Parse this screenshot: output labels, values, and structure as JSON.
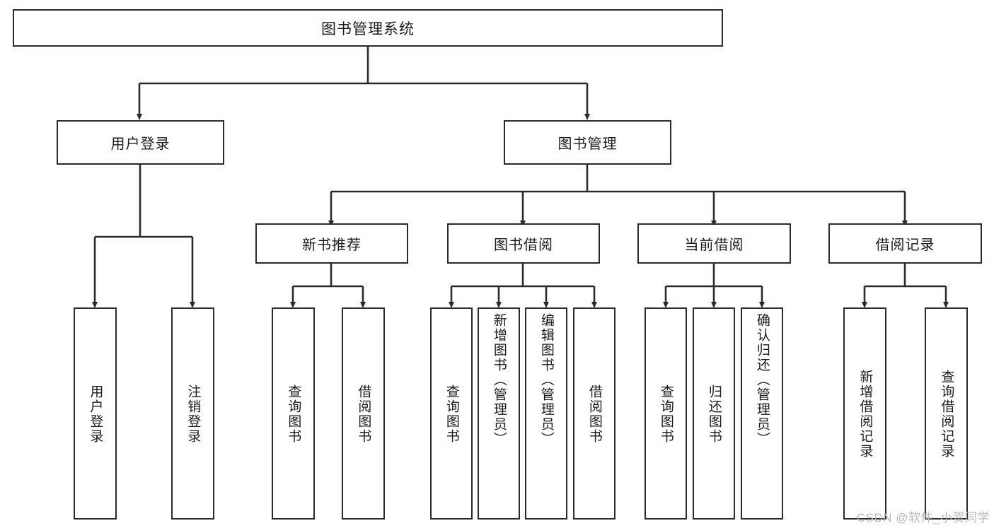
{
  "diagram": {
    "title": "图书管理系统",
    "type": "tree-hierarchy-chart",
    "root": {
      "label": "图书管理系统"
    },
    "level2": [
      {
        "label": "用户登录"
      },
      {
        "label": "图书管理"
      }
    ],
    "level3": [
      {
        "label": "新书推荐"
      },
      {
        "label": "图书借阅"
      },
      {
        "label": "当前借阅"
      },
      {
        "label": "借阅记录"
      }
    ],
    "leaves": {
      "user_login": [
        {
          "label": "用户登录"
        },
        {
          "label": "注销登录"
        }
      ],
      "new_book_recommend": [
        {
          "label": "查询图书"
        },
        {
          "label": "借阅图书"
        }
      ],
      "book_borrow": [
        {
          "label": "查询图书"
        },
        {
          "label": "新增图书（管理员）"
        },
        {
          "label": "编辑图书（管理员）"
        },
        {
          "label": "借阅图书"
        }
      ],
      "current_borrow": [
        {
          "label": "查询图书"
        },
        {
          "label": "归还图书"
        },
        {
          "label": "确认归还（管理员）"
        }
      ],
      "borrow_record": [
        {
          "label": "新增借阅记录"
        },
        {
          "label": "查询借阅记录"
        }
      ]
    }
  },
  "watermark": {
    "text": "CSDN @软件_小贺同学"
  },
  "colors": {
    "stroke": "#2b2b2b",
    "background": "#ffffff",
    "text": "#1b1b1b",
    "watermark": "#b9b9b9"
  }
}
